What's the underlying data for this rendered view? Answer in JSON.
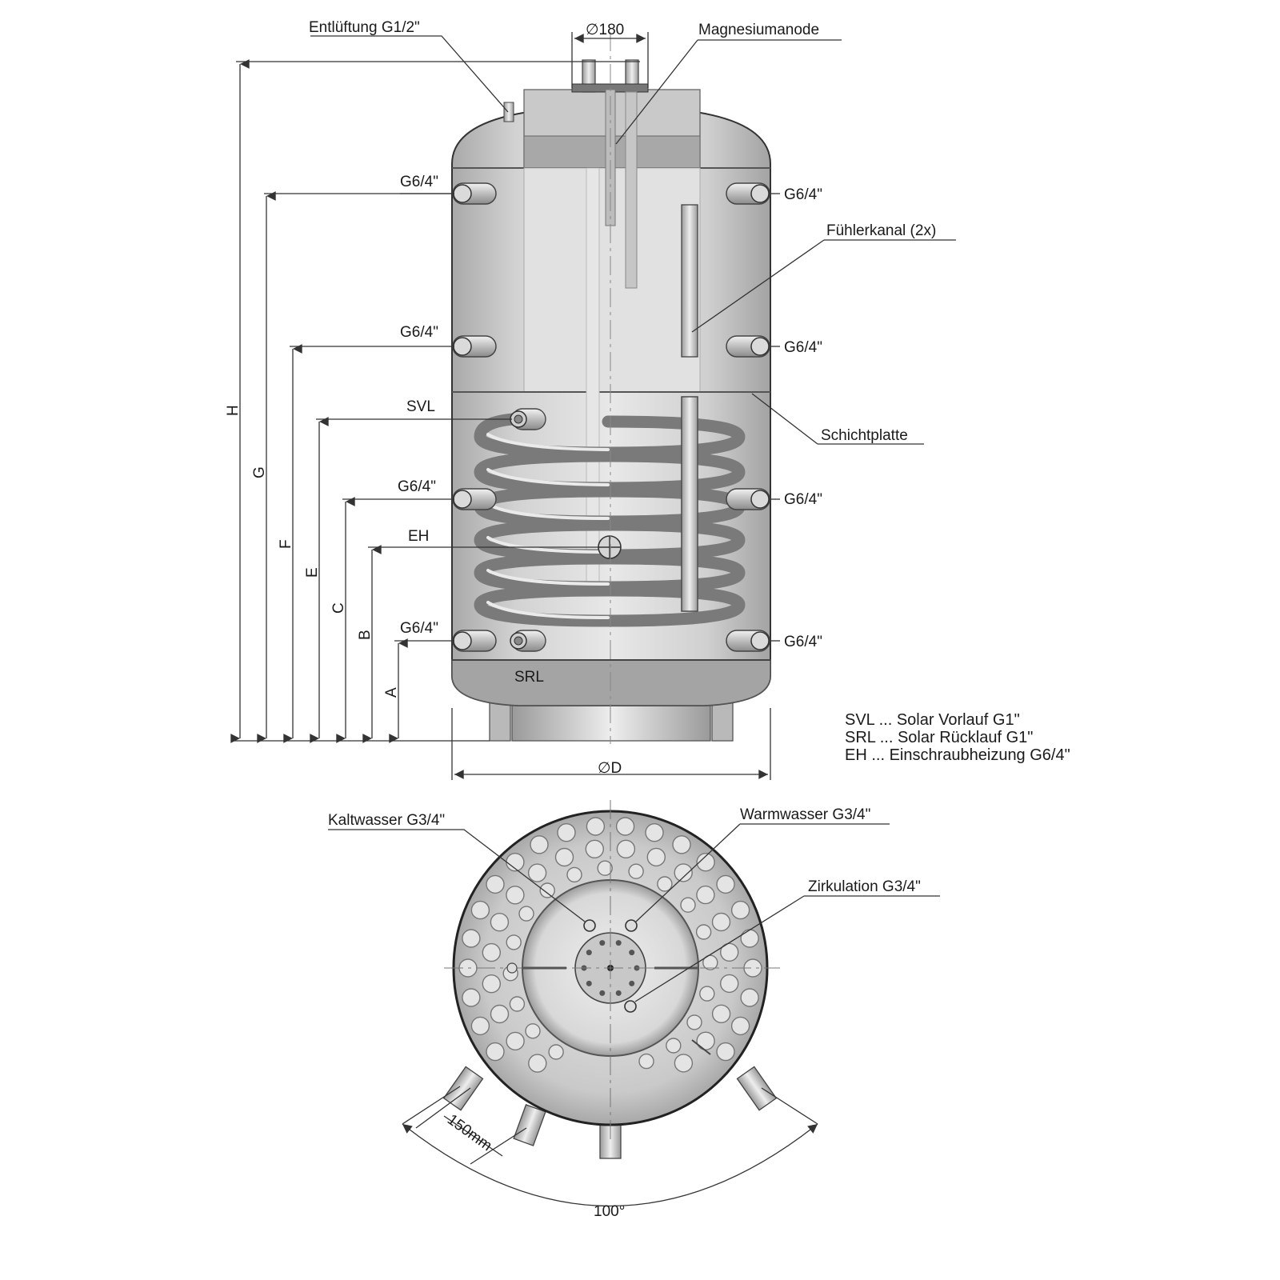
{
  "labels": {
    "vent": "Entlüftung G1/2\"",
    "dia_top": "∅180",
    "anode": "Magnesiumanode",
    "sensor": "Fühlerkanal (2x)",
    "layer_plate": "Schichtplatte",
    "conn_g64": "G6/4\"",
    "svl": "SVL",
    "srl": "SRL",
    "eh": "EH",
    "dia_d": "∅D",
    "cold": "Kaltwasser G3/4\"",
    "warm": "Warmwasser G3/4\"",
    "circ": "Zirkulation G3/4\"",
    "spacing": "150mm",
    "angle": "100°"
  },
  "dimensions": [
    "H",
    "G",
    "F",
    "E",
    "C",
    "B",
    "A"
  ],
  "legend": [
    "SVL ... Solar Vorlauf G1\"",
    "SRL ... Solar Rücklauf G1\"",
    "EH ... Einschraubheizung G6/4\""
  ],
  "colors": {
    "tank_fill": "#d6d6d6",
    "tank_dark": "#9a9a9a",
    "line": "#333333"
  }
}
